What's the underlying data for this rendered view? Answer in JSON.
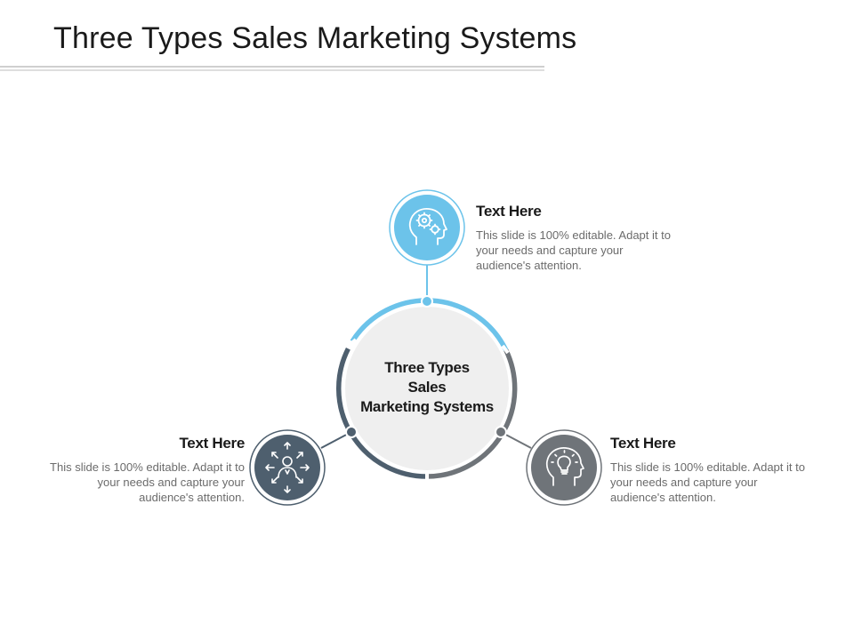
{
  "title": "Three Types Sales Marketing Systems",
  "center": {
    "line1": "Three Types",
    "line2": "Sales",
    "line3": "Marketing Systems"
  },
  "items": [
    {
      "heading": "Text Here",
      "body": "This slide is 100% editable. Adapt it to your needs and capture your audience's attention.",
      "icon": "head-gears-icon",
      "color": "#6cc3ea"
    },
    {
      "heading": "Text Here",
      "body": "This slide is 100% editable. Adapt it to your needs and capture your audience's attention.",
      "icon": "person-arrows-icon",
      "color": "#4e5f6e"
    },
    {
      "heading": "Text Here",
      "body": "This slide is 100% editable. Adapt it to your needs and capture your audience's attention.",
      "icon": "head-lightbulb-icon",
      "color": "#6f7479"
    }
  ],
  "colors": {
    "blue": "#6cc3ea",
    "dark_slate": "#4e5f6e",
    "gray": "#6f7479",
    "center_fill": "#efefef"
  }
}
